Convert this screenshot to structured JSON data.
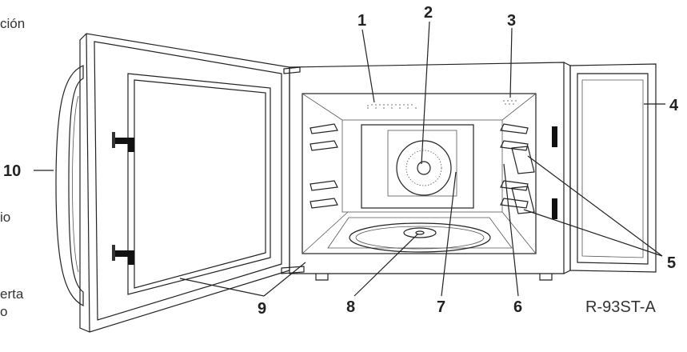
{
  "side_texts": [
    "ción",
    "io",
    "erta",
    "o"
  ],
  "labels": [
    "1",
    "2",
    "3",
    "4",
    "5",
    "6",
    "7",
    "8",
    "9",
    "10"
  ],
  "model": "R-93ST-A",
  "colors": {
    "line": "#222222",
    "fill": "#ffffff",
    "shade": "#e6e6e6",
    "dark": "#111111"
  }
}
